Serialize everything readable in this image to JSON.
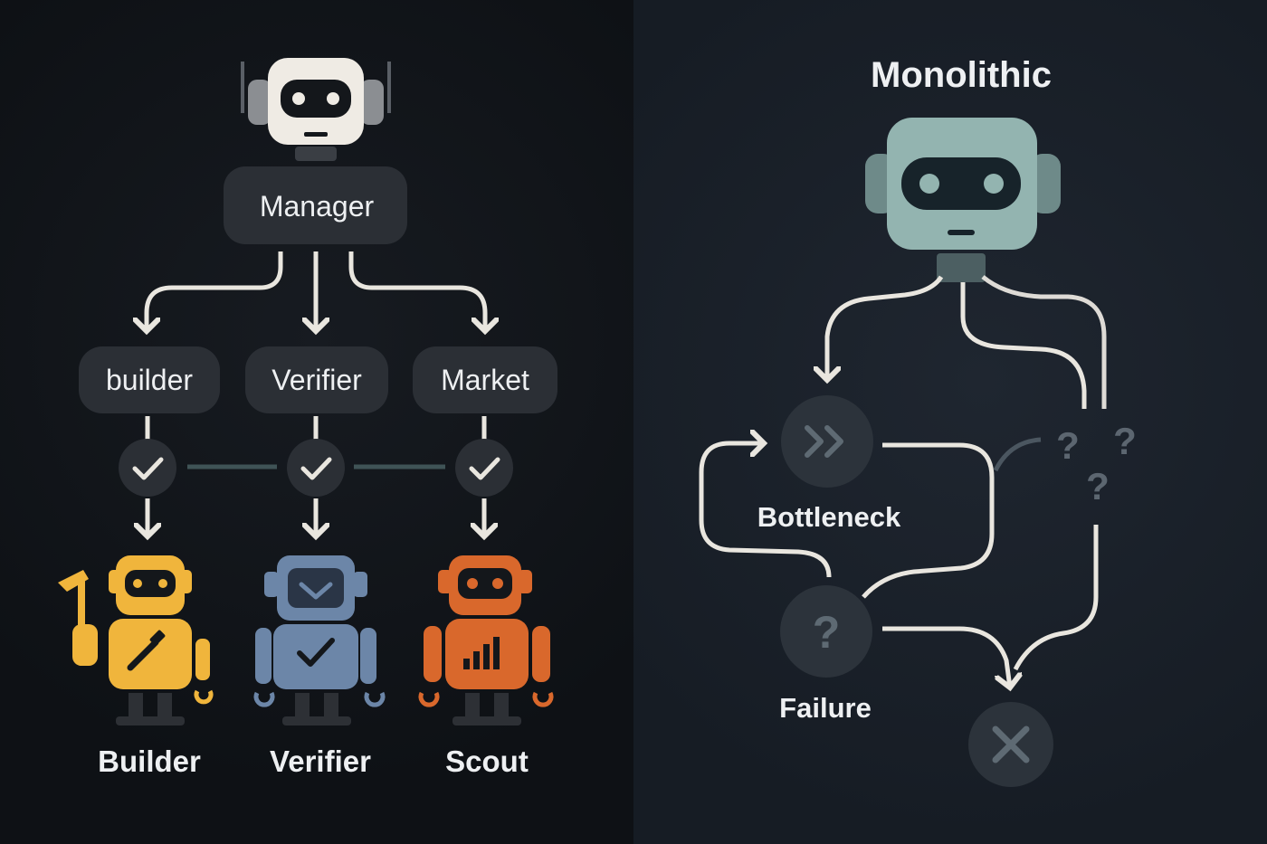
{
  "left": {
    "manager_label": "Manager",
    "roles": [
      {
        "pill": "builder",
        "name": "Builder",
        "color": "#f0b53c"
      },
      {
        "pill": "Verifier",
        "name": "Verifier",
        "color": "#6c86a8"
      },
      {
        "pill": "Market",
        "name": "Scout",
        "color": "#d9682c"
      }
    ]
  },
  "right": {
    "title": "Monolithic",
    "bottleneck_label": "Bottleneck",
    "failure_label": "Failure",
    "robot_color": "#93b4b0"
  }
}
